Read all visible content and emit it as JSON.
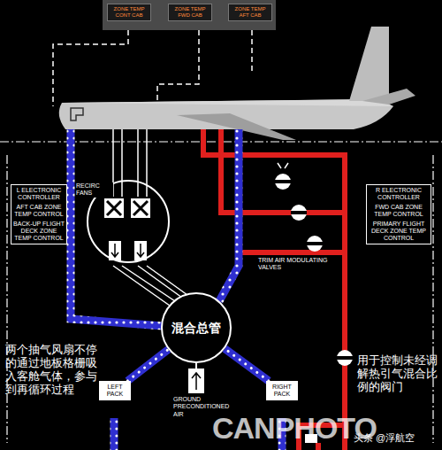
{
  "diagram": {
    "nodes": [
      {
        "text": [
          "ZONE TEMP CONT CAB"
        ]
      },
      {
        "text": [
          "ZONE TEMP FWD CAB"
        ]
      },
      {
        "text": [
          "ZONE TEMP AFT CAB"
        ]
      },
      {
        "text": [
          "L ELECTRONIC CONTROLLER",
          "AFT CAB ZONE TEMP CONTROL",
          "BACK-UP FLIGHT DECK ZONE TEMP CONTROL"
        ]
      },
      {
        "text": [
          "R ELECTRONIC CONTROLLER",
          "FWD CAB ZONE TEMP CONTROL",
          "PRIMARY FLIGHT DECK ZONE TEMP CONTROL"
        ]
      },
      {
        "text": [
          "混合总管"
        ]
      },
      {
        "text": [
          "LEFT PACK"
        ]
      },
      {
        "text": [
          "RIGHT PACK"
        ]
      }
    ],
    "edges": [
      {
        "from": 6,
        "to": 5,
        "arrow": "none"
      },
      {
        "from": 7,
        "to": 5,
        "arrow": "none"
      }
    ],
    "labels": [
      "RECIRC FANS",
      "TRIM AIR MODULATING VALVES",
      "GROUND PRECONDITIONED AIR",
      "两个抽气风扇不停的通过地板格栅吸入客舱气体，参与到再循环过程",
      "用于控制未经调解热引气混合比例的阀门",
      "CANPHOTO",
      "头条 @浮航空"
    ]
  }
}
